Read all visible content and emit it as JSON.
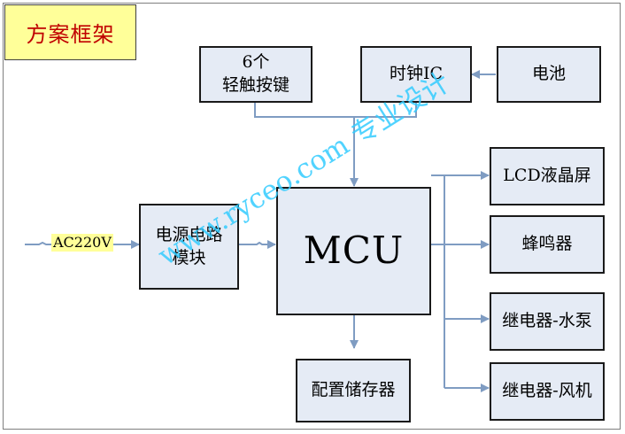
{
  "title": "方案框架",
  "ac_label": "AC220V",
  "blocks": {
    "keys": "6个\n轻触按键",
    "clock": "时钟IC",
    "battery": "电池",
    "power": "电源电路\n模块",
    "mcu": "MCU",
    "lcd": "LCD液晶屏",
    "buzzer": "蜂鸣器",
    "relay_pump": "继电器-水泵",
    "relay_fan": "继电器-风机",
    "storage": "配置储存器"
  },
  "watermark": "www.ryceo.com 专业设计",
  "colors": {
    "block_fill": "#e5ebf5",
    "wire": "#7f9cc2",
    "title_fill": "#ffff99",
    "title_text": "#c00000",
    "watermark": "#33ccff"
  }
}
